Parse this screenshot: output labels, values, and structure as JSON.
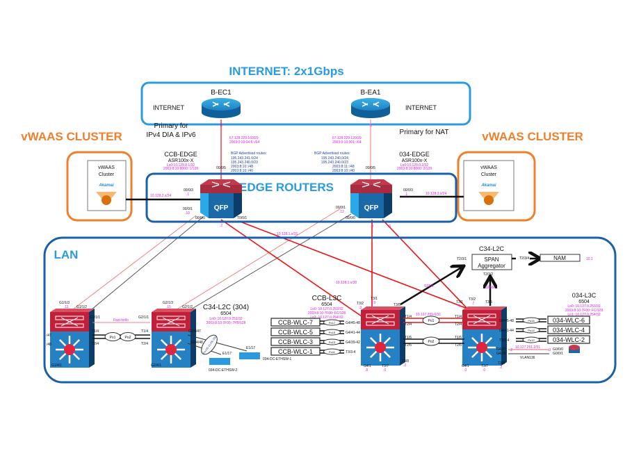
{
  "sections": {
    "internet": {
      "title": "INTERNET: 2x1Gbps",
      "left_label": "INTERNET",
      "right_label": "INTERNET"
    },
    "edge": {
      "title": "EDGE ROUTERS"
    },
    "vwaas_left": {
      "title": "vWAAS CLUSTER",
      "box_line1": "vWAAS",
      "box_line2": "Cluster",
      "logo": "Akamai"
    },
    "vwaas_right": {
      "title": "vWAAS CLUSTER",
      "box_line1": "vWAAS",
      "box_line2": "Cluster",
      "logo": "Akamai"
    },
    "lan": {
      "title": "LAN"
    }
  },
  "internet_routers": [
    {
      "name": "B-EC1",
      "note_line1": "Primary for",
      "note_line2": "IPv4 DIA & IPv6",
      "port": ".1"
    },
    {
      "name": "B-EA1",
      "note_line1": "Primary for NAT",
      "note_line2": "",
      "port": ".1"
    }
  ],
  "edge_routers": [
    {
      "name": "CCB-EDGE",
      "model": "ASR100x-X",
      "lo_v4": "Lo0:10.128.8.1/32",
      "lo_v6": "2003:8:10:8000::1/128",
      "chip": "QFP",
      "uplink_if": "00/0/5",
      "uplink_ip": ".2",
      "wan_net_v4": "67.128.229.160/29",
      "wan_net_v6": "2003:0:10:04:6::/64",
      "bgp_title": "BGP Advertised routes:",
      "bgp_routes": [
        "195.243.241.0/24",
        "195.243.240.0/23",
        "2003:8:10::/48",
        "2003:8:10::/40"
      ],
      "vwaas_if": "00/0/3",
      "vwaas_ip": ".1",
      "vwaas_net": "10.128.2.x/24",
      "lan_if_1": "00/0/1",
      "lan_ip_1": ".10",
      "lan_if_2": "00/0/0",
      "lan_if_3": "T0/0/1",
      "lan_ip_3": ".2"
    },
    {
      "name": "034-EDGE",
      "model": "ASR100x-X",
      "lo_v4": "Lo0:10.128.0.2/32",
      "lo_v6": "2003:8:10:8000::2/128",
      "chip": "QFP",
      "uplink_if": "00/0/5",
      "uplink_ip": ".2",
      "wan_net_v4": "67.128.229.120/29",
      "wan_net_v6": "2003:0:10:301::/64",
      "bgp_title": "BGP Advertised routes:",
      "bgp_routes": [
        "195.243.240.0/24",
        "195.243.240.0/23",
        "2003:8:11::/48",
        "2003:8:10::/40"
      ],
      "vwaas_if": "00/0/3",
      "vwaas_ip": ".1",
      "vwaas_net": "10.128.3.x/24",
      "lan_if_1": "00/0/1",
      "lan_ip_1": ".12",
      "lan_if_2": "00/0/0",
      "lan_ip_3": ".8",
      "lan_ip_4": ".6"
    }
  ],
  "link_labels": {
    "edge_lan_net": "10.128.1.x/31",
    "edge_lan_net2": "10.128.1.x/30",
    "span": "SPAN",
    "span2": "SPAN"
  },
  "lan_switches": [
    {
      "id": "left-sw",
      "ports": [
        "G1/1/3",
        ".11",
        "G1/1/2",
        "G1/1/1",
        "T1/4",
        "T2/4",
        "G1/4/1",
        "/47",
        "/48"
      ]
    },
    {
      "id": "c34-l2c",
      "name": "C34-L2C (304)",
      "model": "6504",
      "lo_v4": "Lo0: 10.127.0.251/32",
      "lo_v6": "2003:8:10:7F00::7FB/128",
      "ports": [
        "G2/1/3",
        ".15",
        "G2/1/2",
        "G2/1/1",
        "T1/4",
        "T2/4",
        "G2/4/47",
        "G2/4/48",
        "G2/4/1"
      ]
    },
    {
      "id": "ccb-l3c",
      "name": "CCB-L3C",
      "model": "6504",
      "lo_v4": "Lo0: 10.127.0.253/32",
      "lo_v6": "2003:8:10:7F00::FC/128",
      "lo1": "Lo1: 10.127.0.254/32",
      "ports": [
        "T3/2",
        ".3",
        "T3/1",
        ".9",
        "T3/5",
        "G4/1",
        ".8",
        "T3/7",
        ".0",
        "T3/8",
        ".2"
      ]
    },
    {
      "id": "034-l3c",
      "name": "034-L3C",
      "model": "6504",
      "lo_v4": "Lo0: 10.127.0.253/32",
      "lo_v6": "2003:8:10:7F00::FC/128",
      "lo1": "Lo1: 10.127.0.254/32",
      "ports": [
        "T3/1",
        ".5",
        "T3/2",
        ".7",
        "T3/5",
        "G4/1",
        ".0",
        "T3/7",
        ".0",
        "T3/8",
        ".2"
      ]
    }
  ],
  "l2c_links": {
    "fast_hello": "Fast-hello",
    "po1": "Po1",
    "po2": "Po2",
    "vlan_ellipse": "Po140 VLAN 250",
    "eth_port_1": "E1/17",
    "eth_port_2": "E1/17",
    "switch_1": "034-DC-ETHSW-2",
    "switch_2": "034-DC-ETHSW-1"
  },
  "core_links": {
    "net": "10.127.255.0/31",
    "po1": "Po1",
    "po2": "Po2",
    "if_a": [
      "T1/4",
      "T2/4",
      "T1/5",
      "T2/5"
    ],
    "if_b": [
      "T1/4",
      "T2/4",
      "T1/5",
      "T2/5"
    ]
  },
  "wlc_left": [
    {
      "name": "CCB-WLC-7",
      "po": "Po17",
      "if": "G4/45-48"
    },
    {
      "name": "CCB-WLC-5",
      "po": "Po15",
      "if": "G4/41-44"
    },
    {
      "name": "CCB-WLC-3",
      "po": "Po13",
      "if": "G4/39-42"
    },
    {
      "name": "CCB-WLC-1",
      "po": "Po11",
      "if": "T3/3-4"
    }
  ],
  "wlc_right": [
    {
      "name": "034-WLC-6",
      "po": "Po16",
      "if": "G4/45-48"
    },
    {
      "name": "034-WLC-4",
      "po": "Po14",
      "if": "G4/41-44"
    },
    {
      "name": "034-WLC-2",
      "po": "Po12",
      "if": "T3/3-4"
    }
  ],
  "span": {
    "device": "C34-L2C",
    "box_line1": "SPAN",
    "box_line2": "Aggregator",
    "in_if": "T2/3/1",
    "bottom_if": "T2/3/2",
    "out_if": "T2/3/4",
    "nam": "NAM",
    "nam_ip": "10.1"
  },
  "small_router": {
    "link_net": "10.127.251.2/31",
    "vlan": "VLAN136",
    "left_ip": ".2",
    "right_ip": ".3",
    "if_a": "G4/27",
    "if_b": "G4/28",
    "r_if_a": "G0/0/0",
    "r_if_b": "G0/0/1"
  }
}
